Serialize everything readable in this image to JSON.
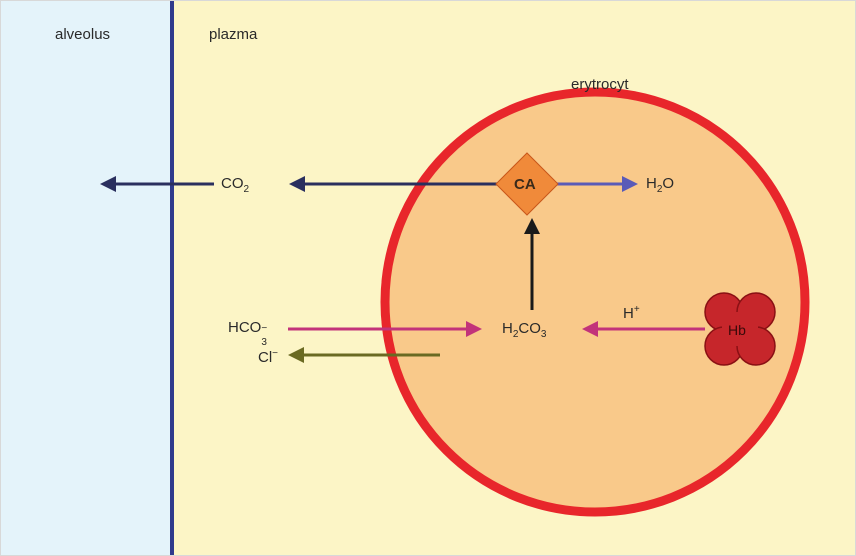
{
  "labels": {
    "alveolus": "alveolus",
    "plasma": "plazma",
    "erythrocyte": "erytrocyt",
    "enzyme": "CA",
    "hemoglobin": "Hb"
  },
  "species": {
    "co2": {
      "base": "CO",
      "sub": "2"
    },
    "h2o": {
      "pre": "H",
      "sub": "2",
      "post": "O"
    },
    "h2co3": {
      "pre": "H",
      "sub1": "2",
      "mid": "CO",
      "sub2": "3"
    },
    "hco3": {
      "base": "HCO",
      "sub": "3",
      "sup": "−"
    },
    "cl": {
      "base": "Cl",
      "sup": "−"
    },
    "h_plus": {
      "base": "H",
      "sup": "+"
    }
  },
  "colors": {
    "alveolus_bg": "#e4f3fa",
    "plasma_bg": "#fcf5c6",
    "membrane_line": "#2f3a8c",
    "cell_fill": "#f9c98a",
    "cell_border": "#e8262b",
    "enzyme_fill": "#f08a3a",
    "hemoglobin": "#c6262b",
    "arrow_co2": "#2a2f5e",
    "arrow_h2o": "#5a5bb8",
    "arrow_hco3": "#c2337a",
    "arrow_h_plus": "#c2337a",
    "arrow_cl": "#6a6a22",
    "arrow_up": "#1a1a1a"
  }
}
